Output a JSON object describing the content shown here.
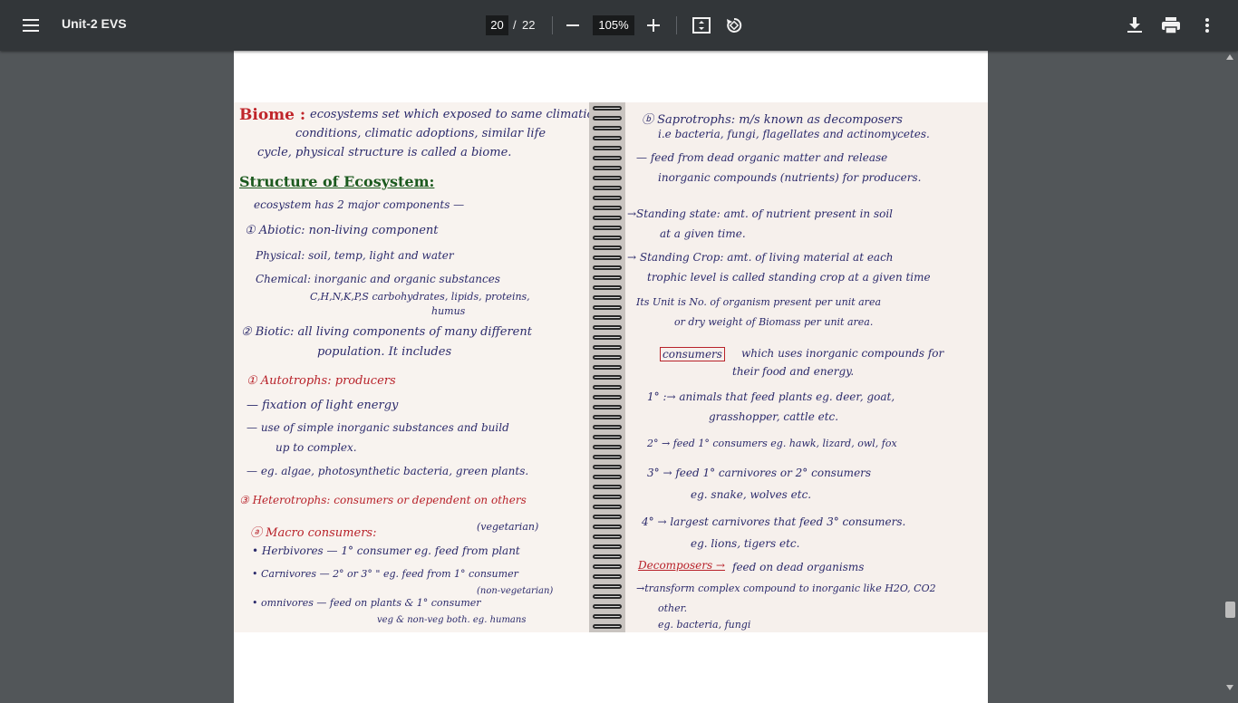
{
  "toolbar": {
    "menu_icon": "hamburger-menu-icon",
    "title": "Unit-2 EVS",
    "current_page": "20",
    "page_separator": "/",
    "total_pages": "22",
    "zoom": "105%"
  },
  "notes_left": [
    {
      "t": "Biome :",
      "c": "red"
    },
    {
      "t": "ecosystems set which exposed to same climatic"
    },
    {
      "t": "conditions, climatic adoptions, similar life"
    },
    {
      "t": "cycle, physical structure is called a biome."
    },
    {
      "t": "Structure of Ecosystem:",
      "c": "green"
    },
    {
      "t": "ecosystem has 2 major components —"
    },
    {
      "t": "① Abiotic: non-living component"
    },
    {
      "t": "Physical: soil, temp, light and water"
    },
    {
      "t": "Chemical: inorganic and organic substances"
    },
    {
      "t": "C,H,N,K,P,S      carbohydrates, lipids, proteins,"
    },
    {
      "t": "humus"
    },
    {
      "t": "② Biotic: all living components of many different"
    },
    {
      "t": "population. It includes"
    },
    {
      "t": "① Autotrophs: producers"
    },
    {
      "t": "— fixation of light energy"
    },
    {
      "t": "— use of simple inorganic substances and build"
    },
    {
      "t": "up to complex."
    },
    {
      "t": "— eg. algae, photosynthetic bacteria, green plants."
    },
    {
      "t": "③ Heterotrophs: consumers or dependent on others"
    },
    {
      "t": "(vegetarian)"
    },
    {
      "t": "ⓐ Macro consumers:"
    },
    {
      "t": "• Herbivores — 1° consumer eg. feed from plant"
    },
    {
      "t": "• Carnivores — 2° or 3° \" eg. feed from 1° consumer"
    },
    {
      "t": "(non-vegetarian)"
    },
    {
      "t": "• omnivores — feed on plants & 1° consumer"
    },
    {
      "t": "veg & non-veg both. eg. humans"
    }
  ],
  "notes_right": [
    {
      "t": "ⓑ Saprotrophs: m/s known as decomposers"
    },
    {
      "t": "i.e bacteria, fungi, flagellates and actinomycetes."
    },
    {
      "t": "— feed from dead organic matter and release"
    },
    {
      "t": "inorganic compounds (nutrients) for producers."
    },
    {
      "t": "→Standing state: amt. of nutrient present in soil"
    },
    {
      "t": "at a given time."
    },
    {
      "t": "→ Standing Crop: amt. of living material at each"
    },
    {
      "t": "trophic level is called standing crop at a given time"
    },
    {
      "t": "Its Unit is No. of organism present per unit area"
    },
    {
      "t": "or dry weight of Biomass per unit area."
    },
    {
      "t": "consumers",
      "c": "box"
    },
    {
      "t": "which uses inorganic compounds for"
    },
    {
      "t": "their food and energy."
    },
    {
      "t": "1° :→ animals that feed plants eg. deer, goat,"
    },
    {
      "t": "grasshopper, cattle etc."
    },
    {
      "t": "2° → feed 1° consumers eg. hawk, lizard, owl, fox"
    },
    {
      "t": "3° → feed 1° carnivores or 2° consumers"
    },
    {
      "t": "eg. snake, wolves etc."
    },
    {
      "t": "4° → largest carnivores that feed 3° consumers."
    },
    {
      "t": "eg. lions, tigers etc."
    },
    {
      "t": "Decomposers →",
      "c": "redline"
    },
    {
      "t": "feed on dead organisms"
    },
    {
      "t": "→transform complex compound to inorganic like H2O, CO2"
    },
    {
      "t": "other."
    },
    {
      "t": "eg. bacteria, fungi"
    }
  ]
}
